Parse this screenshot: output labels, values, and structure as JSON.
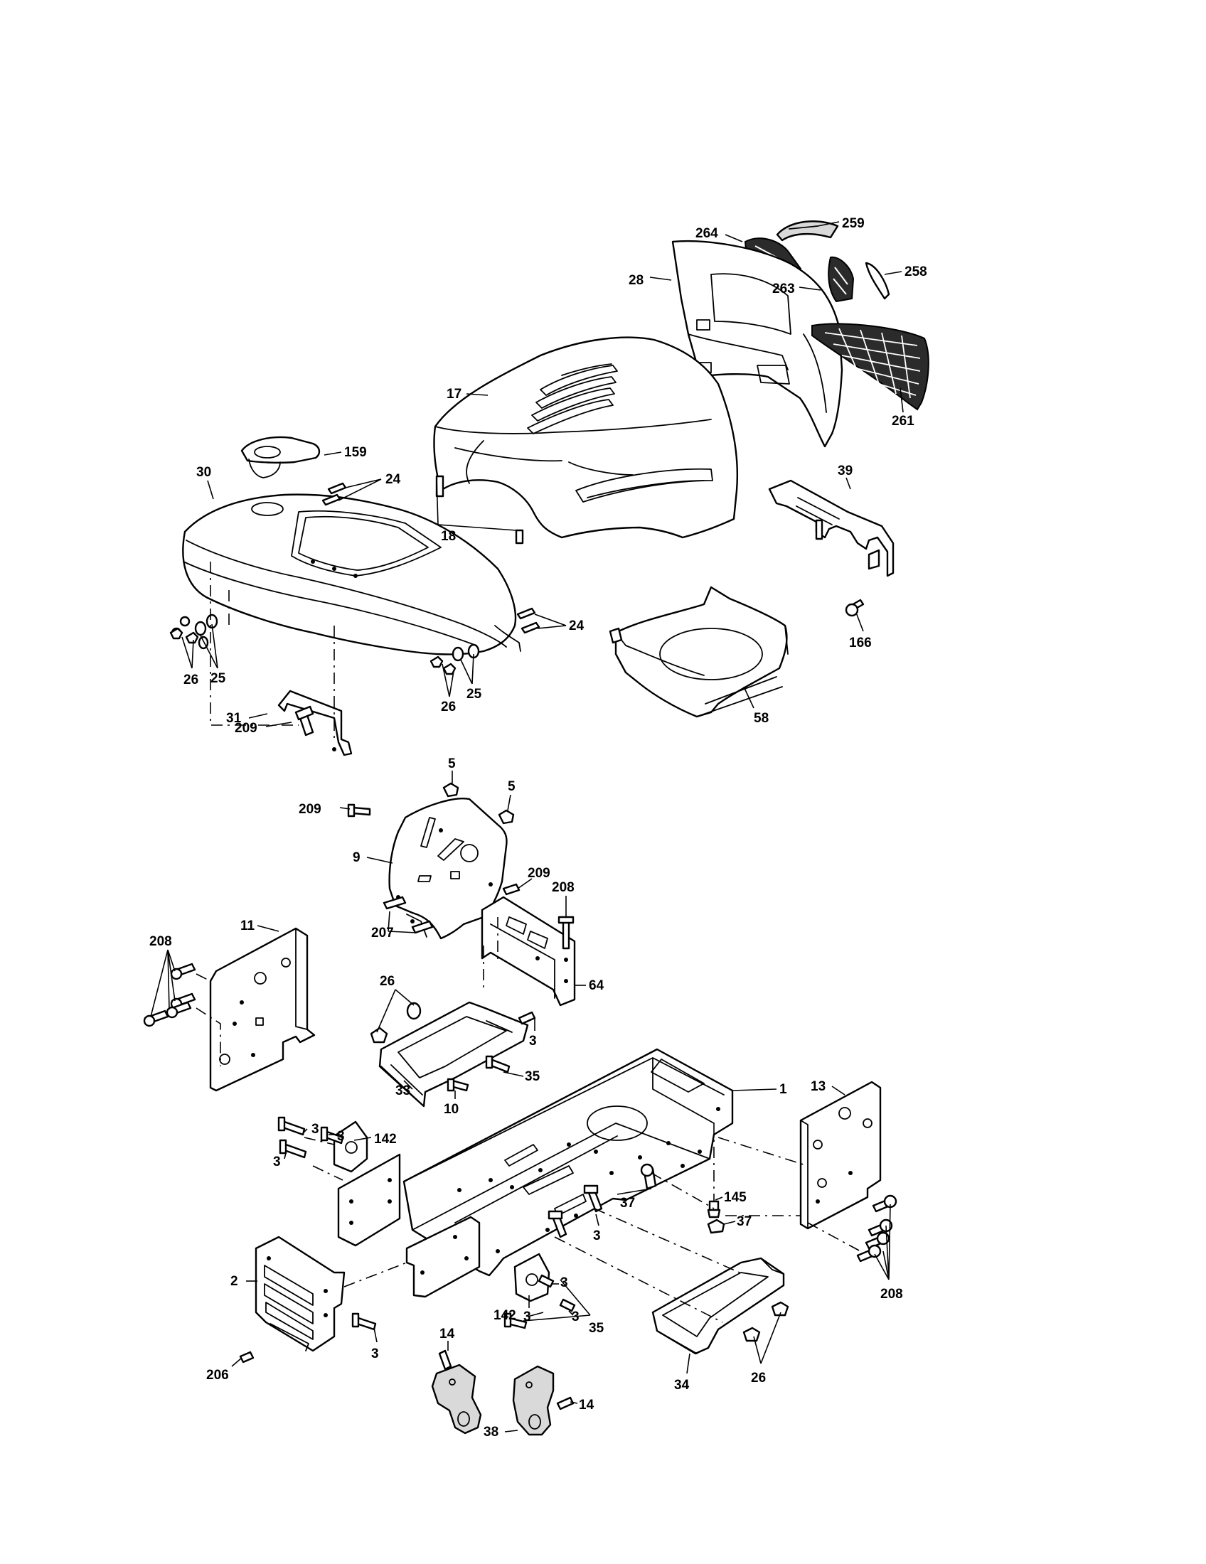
{
  "diagram": {
    "callouts": {
      "c259": "259",
      "c264": "264",
      "c258": "258",
      "c263": "263",
      "c28": "28",
      "c261": "261",
      "c17": "17",
      "c159": "159",
      "c24a": "24",
      "c30": "30",
      "c18": "18",
      "c39": "39",
      "c166": "166",
      "c24b": "24",
      "c25a": "25",
      "c26a": "26",
      "c26b": "26",
      "c25b": "25",
      "c58": "58",
      "c31": "31",
      "c209a": "209",
      "c5a": "5",
      "c5b": "5",
      "c209b": "209",
      "c9": "9",
      "c209c": "209",
      "c208a": "208",
      "c207": "207",
      "c208b": "208",
      "c11": "11",
      "c64": "64",
      "c26c": "26",
      "c3a": "3",
      "c35a": "35",
      "c33": "33",
      "c10": "10",
      "c1": "1",
      "c13": "13",
      "c3b": "3",
      "c3c": "3",
      "c3d": "3",
      "c142a": "142",
      "c37a": "37",
      "c145": "145",
      "c37b": "37",
      "c3e": "3",
      "c3f": "3",
      "c2": "2",
      "c142b": "142",
      "c3g": "3",
      "c3h": "3",
      "c208c": "208",
      "c35b": "35",
      "c206": "206",
      "c3i": "3",
      "c14a": "14",
      "c14b": "14",
      "c38": "38",
      "c34": "34",
      "c26d": "26"
    }
  }
}
